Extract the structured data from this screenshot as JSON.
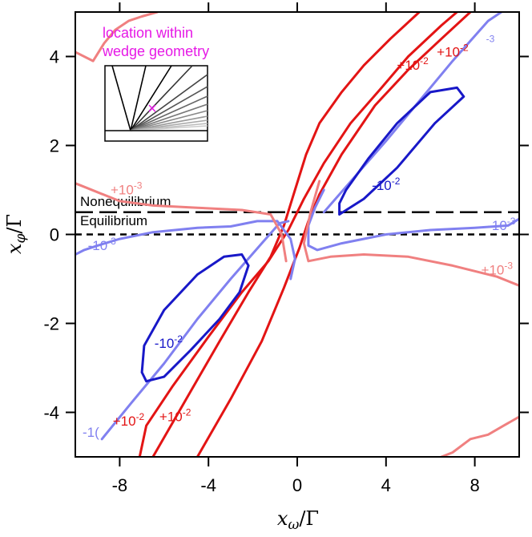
{
  "chart_data": {
    "type": "contour",
    "xlabel": "x",
    "xlabel_sub": "ω",
    "xlabel_tail": "/Γ",
    "ylabel": "x",
    "ylabel_sub": "φ",
    "ylabel_tail": "/Γ",
    "xlim": [
      -10,
      10
    ],
    "ylim": [
      -5,
      5
    ],
    "x_ticks": [
      -8,
      -4,
      0,
      4,
      8
    ],
    "y_ticks": [
      -4,
      -2,
      0,
      2,
      4
    ],
    "x_tick_labels": [
      "-8",
      "-4",
      "0",
      "4",
      "8"
    ],
    "y_tick_labels": [
      "-4",
      "-2",
      "0",
      "2",
      "4"
    ],
    "grid": false,
    "colors": {
      "pos_1e-2": "#e31414",
      "pos_1e-3": "#f08080",
      "neg_1e-2": "#1818c8",
      "neg_1e-3": "#8080f0",
      "inset_marker": "#e619e6"
    },
    "reference_lines": [
      {
        "name": "Nonequilibrium",
        "y": 0.5,
        "style": "long-dash"
      },
      {
        "name": "Equilibrium",
        "y": 0.0,
        "style": "short-dash"
      }
    ],
    "inset": {
      "label_line1": "location within",
      "label_line2": "wedge geometry",
      "marker": "×"
    },
    "contour_labels": [
      {
        "text": "+10",
        "exp": "-2",
        "x": 5.2,
        "y": 3.7,
        "color_key": "pos_1e-2"
      },
      {
        "text": "+10",
        "exp": "-2",
        "x": 7.0,
        "y": 4.0,
        "color_key": "pos_1e-2"
      },
      {
        "text": "",
        "exp": "-3",
        "x": 8.7,
        "y": 4.2,
        "color_key": "neg_1e-3"
      },
      {
        "text": "-10",
        "exp": "-2",
        "x": 4.0,
        "y": 1.0,
        "color_key": "neg_1e-2"
      },
      {
        "text": "+10",
        "exp": "-3",
        "x": -7.7,
        "y": 0.9,
        "color_key": "pos_1e-3"
      },
      {
        "text": "-10",
        "exp": "-3",
        "x": 9.2,
        "y": 0.1,
        "color_key": "neg_1e-3"
      },
      {
        "text": "-10",
        "exp": "-3",
        "x": -8.8,
        "y": -0.35,
        "color_key": "neg_1e-3"
      },
      {
        "text": "+10",
        "exp": "-3",
        "x": 9.0,
        "y": -0.9,
        "color_key": "pos_1e-3"
      },
      {
        "text": "-10",
        "exp": "-2",
        "x": -5.8,
        "y": -2.55,
        "color_key": "neg_1e-2"
      },
      {
        "text": "+10",
        "exp": "-2",
        "x": -7.6,
        "y": -4.3,
        "color_key": "pos_1e-2"
      },
      {
        "text": "+10",
        "exp": "-2",
        "x": -5.5,
        "y": -4.2,
        "color_key": "pos_1e-2"
      },
      {
        "text": "-1(",
        "exp": "",
        "x": -9.3,
        "y": -4.55,
        "color_key": "neg_1e-3"
      }
    ],
    "contours": [
      {
        "level": "+1e-2",
        "color_key": "pos_1e-2",
        "points": [
          [
            -6.5,
            -5.0
          ],
          [
            -5.0,
            -3.7
          ],
          [
            -3.5,
            -2.4
          ],
          [
            -2.2,
            -1.3
          ],
          [
            -1.2,
            -0.5
          ],
          [
            -0.6,
            0.2
          ],
          [
            -0.1,
            1.0
          ],
          [
            0.4,
            1.8
          ],
          [
            1.0,
            2.5
          ],
          [
            2.0,
            3.2
          ],
          [
            3.0,
            3.8
          ],
          [
            4.2,
            4.4
          ],
          [
            5.5,
            5.0
          ]
        ]
      },
      {
        "level": "+1e-2",
        "color_key": "pos_1e-2",
        "points": [
          [
            -4.5,
            -5.0
          ],
          [
            -3.0,
            -3.7
          ],
          [
            -1.6,
            -2.4
          ],
          [
            -0.6,
            -1.2
          ],
          [
            0.1,
            -0.3
          ],
          [
            0.5,
            0.3
          ],
          [
            1.0,
            0.9
          ],
          [
            2.0,
            1.8
          ],
          [
            3.5,
            2.9
          ],
          [
            5.0,
            3.7
          ],
          [
            6.5,
            4.4
          ],
          [
            7.8,
            5.0
          ]
        ]
      },
      {
        "level": "+1e-2",
        "color_key": "pos_1e-2",
        "points": [
          [
            -7.1,
            -5.0
          ],
          [
            -6.8,
            -4.3
          ],
          [
            -5.6,
            -3.4
          ],
          [
            -4.0,
            -2.3
          ],
          [
            -2.5,
            -1.3
          ],
          [
            -1.3,
            -0.6
          ],
          [
            -0.4,
            0.1
          ],
          [
            0.3,
            0.8
          ],
          [
            1.2,
            1.6
          ],
          [
            2.4,
            2.5
          ],
          [
            3.8,
            3.3
          ],
          [
            5.0,
            4.0
          ],
          [
            6.5,
            4.7
          ],
          [
            7.2,
            5.0
          ]
        ]
      },
      {
        "level": "-1e-3",
        "color_key": "neg_1e-3",
        "points": [
          [
            -8.8,
            -4.6
          ],
          [
            -7.5,
            -3.8
          ],
          [
            -6.0,
            -2.9
          ],
          [
            -4.5,
            -1.9
          ],
          [
            -3.0,
            -1.0
          ],
          [
            -1.6,
            -0.2
          ],
          [
            -0.8,
            0.25
          ],
          [
            -0.4,
            0.3
          ]
        ]
      },
      {
        "level": "-1e-3",
        "color_key": "neg_1e-3",
        "points": [
          [
            1.2,
            0.5
          ],
          [
            2.6,
            1.3
          ],
          [
            4.0,
            2.1
          ],
          [
            5.5,
            3.0
          ],
          [
            7.0,
            3.9
          ],
          [
            8.6,
            4.8
          ],
          [
            9.2,
            5.0
          ]
        ]
      },
      {
        "level": "-1e-3",
        "color_key": "neg_1e-3",
        "points": [
          [
            -10.0,
            -0.45
          ],
          [
            -9.6,
            -0.35
          ],
          [
            -9.0,
            -0.25
          ],
          [
            -8.0,
            -0.1
          ],
          [
            -6.5,
            0.05
          ],
          [
            -4.5,
            0.15
          ],
          [
            -3.0,
            0.18
          ],
          [
            -1.8,
            0.3
          ],
          [
            -0.9,
            0.3
          ],
          [
            -0.3,
            -0.1
          ],
          [
            -0.1,
            -0.55
          ],
          [
            -0.3,
            -1.0
          ]
        ]
      },
      {
        "level": "-1e-3",
        "color_key": "neg_1e-3",
        "points": [
          [
            1.2,
            1.0
          ],
          [
            0.8,
            0.6
          ],
          [
            0.5,
            0.2
          ],
          [
            0.5,
            -0.25
          ],
          [
            0.9,
            -0.35
          ],
          [
            2.0,
            -0.2
          ],
          [
            4.0,
            0.0
          ],
          [
            6.0,
            0.1
          ],
          [
            8.0,
            0.15
          ],
          [
            9.5,
            0.2
          ],
          [
            10.0,
            0.35
          ]
        ]
      },
      {
        "level": "+1e-3",
        "color_key": "pos_1e-3",
        "points": [
          [
            -10.0,
            1.15
          ],
          [
            -9.5,
            1.05
          ],
          [
            -9.0,
            0.95
          ],
          [
            -8.0,
            0.75
          ],
          [
            -6.5,
            0.65
          ],
          [
            -4.5,
            0.6
          ],
          [
            -2.5,
            0.55
          ],
          [
            -1.2,
            0.45
          ],
          [
            -0.7,
            0.0
          ],
          [
            -0.5,
            -0.6
          ]
        ]
      },
      {
        "level": "+1e-3",
        "color_key": "pos_1e-3",
        "points": [
          [
            1.0,
            1.2
          ],
          [
            0.6,
            0.5
          ],
          [
            0.3,
            -0.2
          ],
          [
            0.5,
            -0.6
          ],
          [
            1.5,
            -0.5
          ],
          [
            3.0,
            -0.45
          ],
          [
            5.0,
            -0.5
          ],
          [
            7.0,
            -0.7
          ],
          [
            9.0,
            -0.95
          ],
          [
            10.0,
            -1.15
          ]
        ]
      },
      {
        "level": "+1e-3",
        "color_key": "pos_1e-3",
        "points": [
          [
            -10.0,
            4.1
          ],
          [
            -9.2,
            3.9
          ],
          [
            -8.7,
            4.3
          ],
          [
            -8.2,
            4.6
          ],
          [
            -7.6,
            4.8
          ],
          [
            -7.0,
            4.9
          ],
          [
            -6.3,
            5.0
          ]
        ]
      },
      {
        "level": "+1e-3",
        "color_key": "pos_1e-3",
        "points": [
          [
            6.5,
            -5.0
          ],
          [
            7.0,
            -4.9
          ],
          [
            7.8,
            -4.6
          ],
          [
            8.6,
            -4.5
          ],
          [
            9.3,
            -4.3
          ],
          [
            10.0,
            -4.1
          ]
        ]
      },
      {
        "level": "-1e-2",
        "color_key": "neg_1e-2",
        "points": [
          [
            -7.0,
            -3.1
          ],
          [
            -6.9,
            -2.5
          ],
          [
            -6.0,
            -1.7
          ],
          [
            -4.5,
            -0.9
          ],
          [
            -3.3,
            -0.5
          ],
          [
            -2.5,
            -0.45
          ],
          [
            -2.2,
            -0.7
          ],
          [
            -2.6,
            -1.3
          ],
          [
            -3.5,
            -1.9
          ],
          [
            -4.8,
            -2.6
          ],
          [
            -6.0,
            -3.2
          ],
          [
            -6.8,
            -3.3
          ],
          [
            -7.0,
            -3.1
          ]
        ]
      },
      {
        "level": "-1e-2",
        "color_key": "neg_1e-2",
        "points": [
          [
            1.9,
            0.45
          ],
          [
            3.0,
            0.8
          ],
          [
            4.5,
            1.5
          ],
          [
            6.2,
            2.5
          ],
          [
            7.5,
            3.1
          ],
          [
            7.2,
            3.3
          ],
          [
            6.0,
            3.2
          ],
          [
            4.5,
            2.5
          ],
          [
            3.2,
            1.7
          ],
          [
            2.2,
            1.0
          ],
          [
            1.9,
            0.7
          ],
          [
            1.9,
            0.45
          ]
        ]
      }
    ]
  }
}
